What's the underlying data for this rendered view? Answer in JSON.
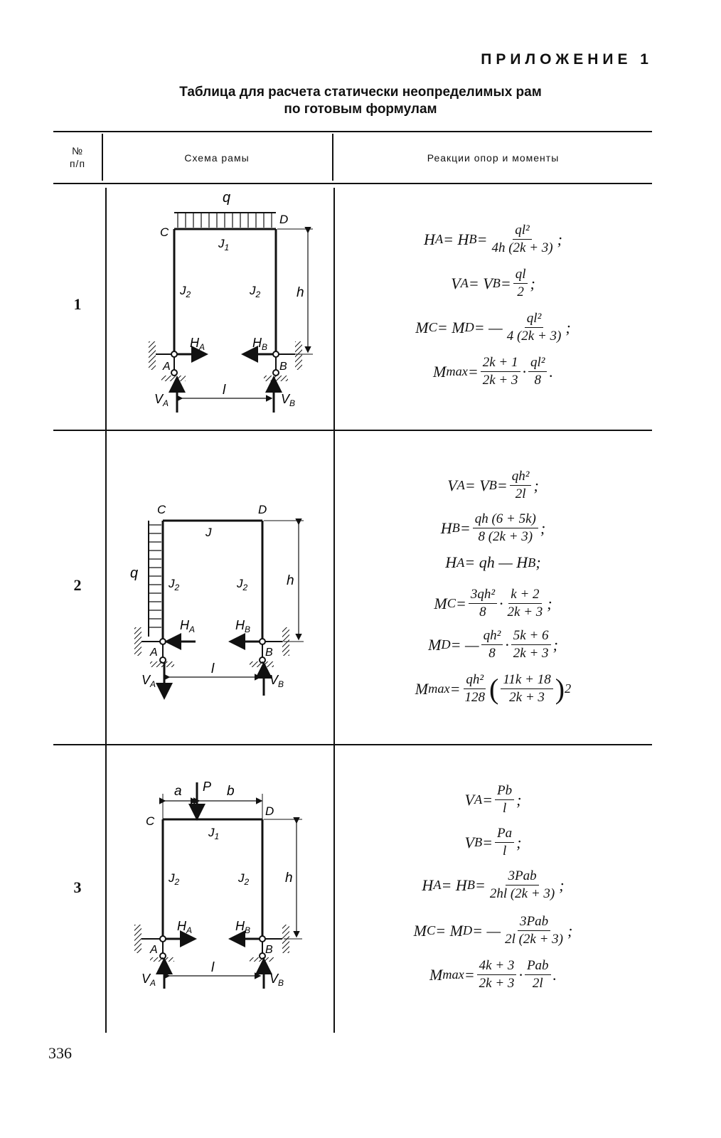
{
  "header": {
    "appendix": "ПРИЛОЖЕНИЕ 1",
    "title_line1": "Таблица для расчета статически неопределимых рам",
    "title_line2": "по готовым формулам"
  },
  "table": {
    "columns": [
      "№ п/п",
      "Схема рамы",
      "Реакции опор и моменты"
    ],
    "col_no_line1": "№",
    "col_no_line2": "п/п",
    "rows": [
      {
        "number": "1",
        "scheme_labels": {
          "q": "q",
          "C": "C",
          "D": "D",
          "J1": "J",
          "J1_sub": "1",
          "J2": "J",
          "J2_sub": "2",
          "h": "h",
          "HA": "H",
          "HA_sub": "A",
          "HB": "H",
          "HB_sub": "B",
          "A": "A",
          "B": "B",
          "VA": "V",
          "VA_sub": "A",
          "VB": "V",
          "VB_sub": "B",
          "l": "l"
        },
        "formulas": {
          "f1": {
            "lhs": "H",
            "lhs_sub": "A",
            "mid": " = H",
            "mid_sub": "B",
            "eq": " = ",
            "num": "ql²",
            "den": "4h (2k + 3)",
            "tail": ";"
          },
          "f2": {
            "lhs": "V",
            "lhs_sub": "A",
            "mid": " = V",
            "mid_sub": "B",
            "eq": " = ",
            "num": "ql",
            "den": "2",
            "tail": ";"
          },
          "f3": {
            "lhs": "M",
            "lhs_sub": "C",
            "mid": " = M",
            "mid_sub": "D",
            "eq": " = — ",
            "num": "ql²",
            "den": "4 (2k + 3)",
            "tail": ";"
          },
          "f4": {
            "lhs": "M",
            "lhs_sub": "max",
            "eq": " = ",
            "num": "2k + 1",
            "den": "2k + 3",
            "dot": "·",
            "num2": "ql²",
            "den2": "8",
            "tail": "."
          }
        }
      },
      {
        "number": "2",
        "scheme_labels": {
          "q": "q",
          "C": "C",
          "D": "D",
          "J": "J",
          "J2": "J",
          "J2_sub": "2",
          "h": "h",
          "HA": "H",
          "HA_sub": "A",
          "HB": "H",
          "HB_sub": "B",
          "A": "A",
          "B": "B",
          "VA": "V",
          "VA_sub": "A",
          "VB": "V",
          "VB_sub": "B",
          "l": "l"
        },
        "formulas": {
          "f1": {
            "lhs": "V",
            "lhs_sub": "A",
            "mid": " = V",
            "mid_sub": "B",
            "eq": " = ",
            "num": "qh²",
            "den": "2l",
            "tail": ";"
          },
          "f2": {
            "lhs": "H",
            "lhs_sub": "B",
            "eq": " = ",
            "num": "qh (6 + 5k)",
            "den": "8 (2k + 3)",
            "tail": ";"
          },
          "f3": {
            "lhs": "H",
            "lhs_sub": "A",
            "rhs": " = qh — H",
            "rhs_sub": "B",
            "tail": ";"
          },
          "f4": {
            "lhs": "M",
            "lhs_sub": "C",
            "eq": " = ",
            "num": "3qh²",
            "den": "8",
            "dot": "·",
            "num2": "k + 2",
            "den2": "2k + 3",
            "tail": ";"
          },
          "f5": {
            "lhs": "M",
            "lhs_sub": "D",
            "eq": " = — ",
            "num": "qh²",
            "den": "8",
            "dot": "·",
            "num2": "5k + 6",
            "den2": "2k + 3",
            "tail": ";"
          },
          "f6": {
            "lhs": "M",
            "lhs_sub": "max",
            "eq": " = ",
            "num": "qh²",
            "den": "128",
            "lpar": "(",
            "num2": "11k + 18",
            "den2": "2k + 3",
            "rpar": ")",
            "sup": "2"
          }
        }
      },
      {
        "number": "3",
        "scheme_labels": {
          "a": "a",
          "P": "P",
          "b": "b",
          "C": "C",
          "D": "D",
          "J1": "J",
          "J1_sub": "1",
          "J2": "J",
          "J2_sub": "2",
          "h": "h",
          "HA": "H",
          "HA_sub": "A",
          "HB": "H",
          "HB_sub": "B",
          "A": "A",
          "B": "B",
          "VA": "V",
          "VA_sub": "A",
          "VB": "V",
          "VB_sub": "B",
          "l": "l"
        },
        "formulas": {
          "f1": {
            "lhs": "V",
            "lhs_sub": "A",
            "eq": " = ",
            "num": "Pb",
            "den": "l",
            "tail": ";"
          },
          "f2": {
            "lhs": "V",
            "lhs_sub": "B",
            "eq": " = ",
            "num": "Pa",
            "den": "l",
            "tail": ";"
          },
          "f3": {
            "lhs": "H",
            "lhs_sub": "A",
            "mid": " = H",
            "mid_sub": "B",
            "eq": " = ",
            "num": "3Pab",
            "den": "2hl (2k + 3)",
            "tail": ";"
          },
          "f4": {
            "lhs": "M",
            "lhs_sub": "C",
            "mid": " = M",
            "mid_sub": "D",
            "eq": " = — ",
            "num": "3Pab",
            "den": "2l (2k + 3)",
            "tail": ";"
          },
          "f5": {
            "lhs": "M",
            "lhs_sub": "max",
            "eq": " = ",
            "num": "4k + 3",
            "den": "2k + 3",
            "dot": "·",
            "num2": "Pab",
            "den2": "2l",
            "tail": "."
          }
        }
      }
    ]
  },
  "footer": {
    "page_number": "336"
  }
}
